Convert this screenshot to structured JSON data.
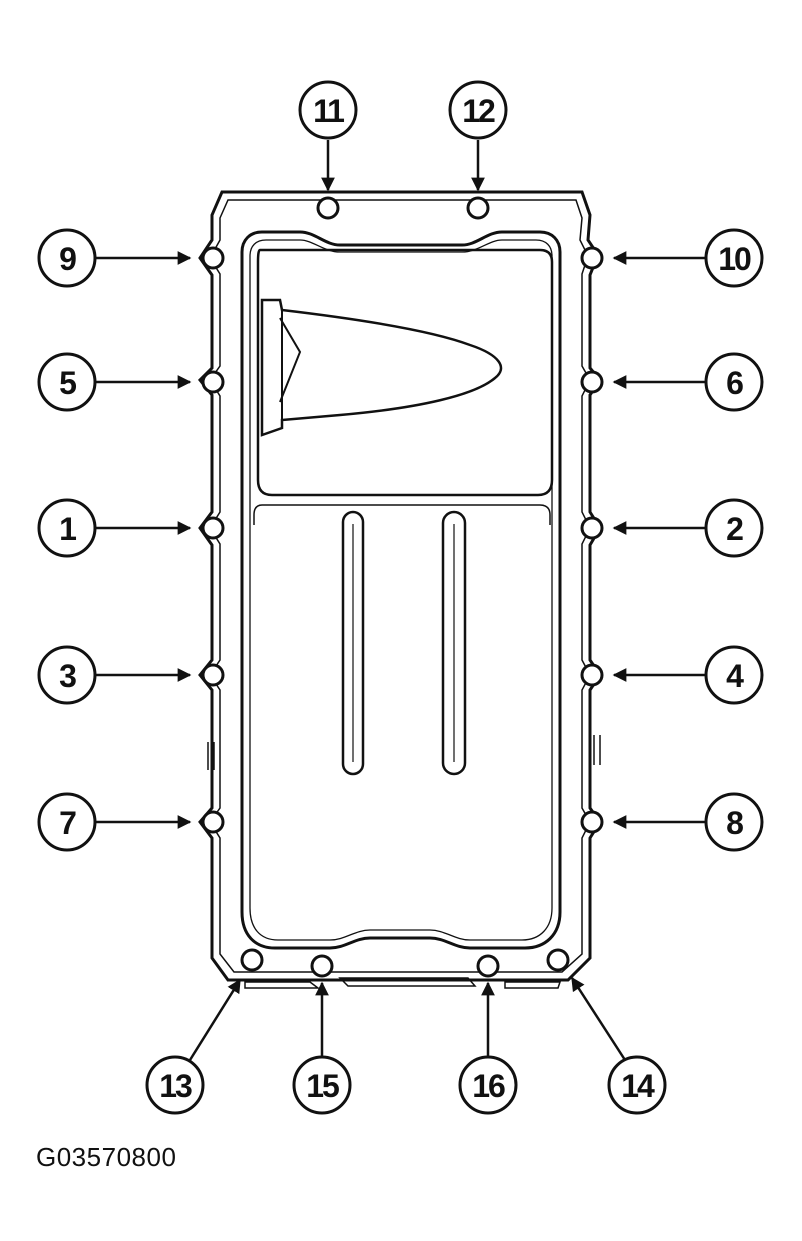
{
  "figure_id": "G03570800",
  "callouts": [
    "11",
    "12",
    "9",
    "10",
    "5",
    "6",
    "1",
    "2",
    "3",
    "4",
    "7",
    "8",
    "13",
    "15",
    "16",
    "14"
  ],
  "colors": {
    "ink": "#111111",
    "paper": "#ffffff"
  }
}
